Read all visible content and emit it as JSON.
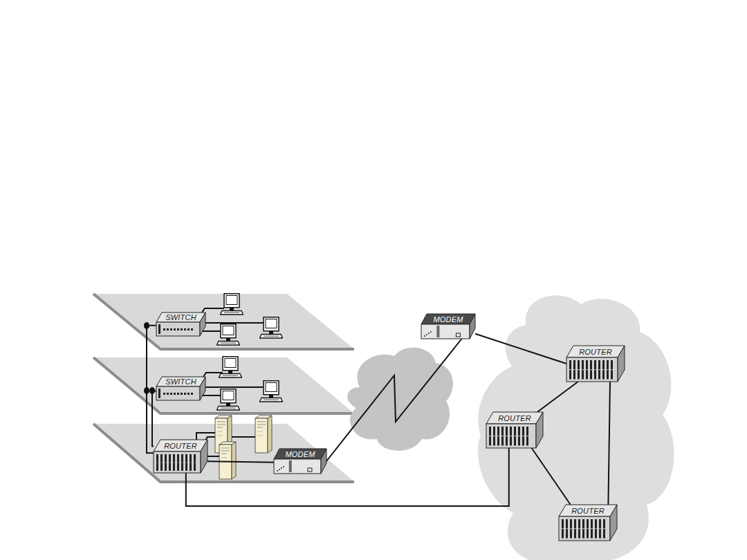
{
  "diagram": {
    "nodes": [
      {
        "text": [
          "SWITCH"
        ]
      },
      {
        "text": [
          "SWITCH"
        ]
      },
      {
        "text": [
          "ROUTER"
        ]
      },
      {
        "text": [
          "MODEM"
        ]
      },
      {
        "text": [
          "MODEM"
        ]
      },
      {
        "text": [
          "ROUTER"
        ]
      },
      {
        "text": [
          "ROUTER"
        ]
      },
      {
        "text": [
          "ROUTER"
        ]
      }
    ],
    "edges": [
      {
        "from": 0,
        "to": 2,
        "arrow": "none"
      },
      {
        "from": 1,
        "to": 2,
        "arrow": "none"
      },
      {
        "from": 2,
        "to": 3,
        "arrow": "none"
      },
      {
        "from": 2,
        "to": 6,
        "arrow": "none"
      },
      {
        "from": 3,
        "to": 4,
        "arrow": "none"
      },
      {
        "from": 4,
        "to": 5,
        "arrow": "none"
      },
      {
        "from": 5,
        "to": 6,
        "arrow": "none"
      },
      {
        "from": 6,
        "to": 7,
        "arrow": "none"
      },
      {
        "from": 5,
        "to": 7,
        "arrow": "none"
      }
    ]
  }
}
